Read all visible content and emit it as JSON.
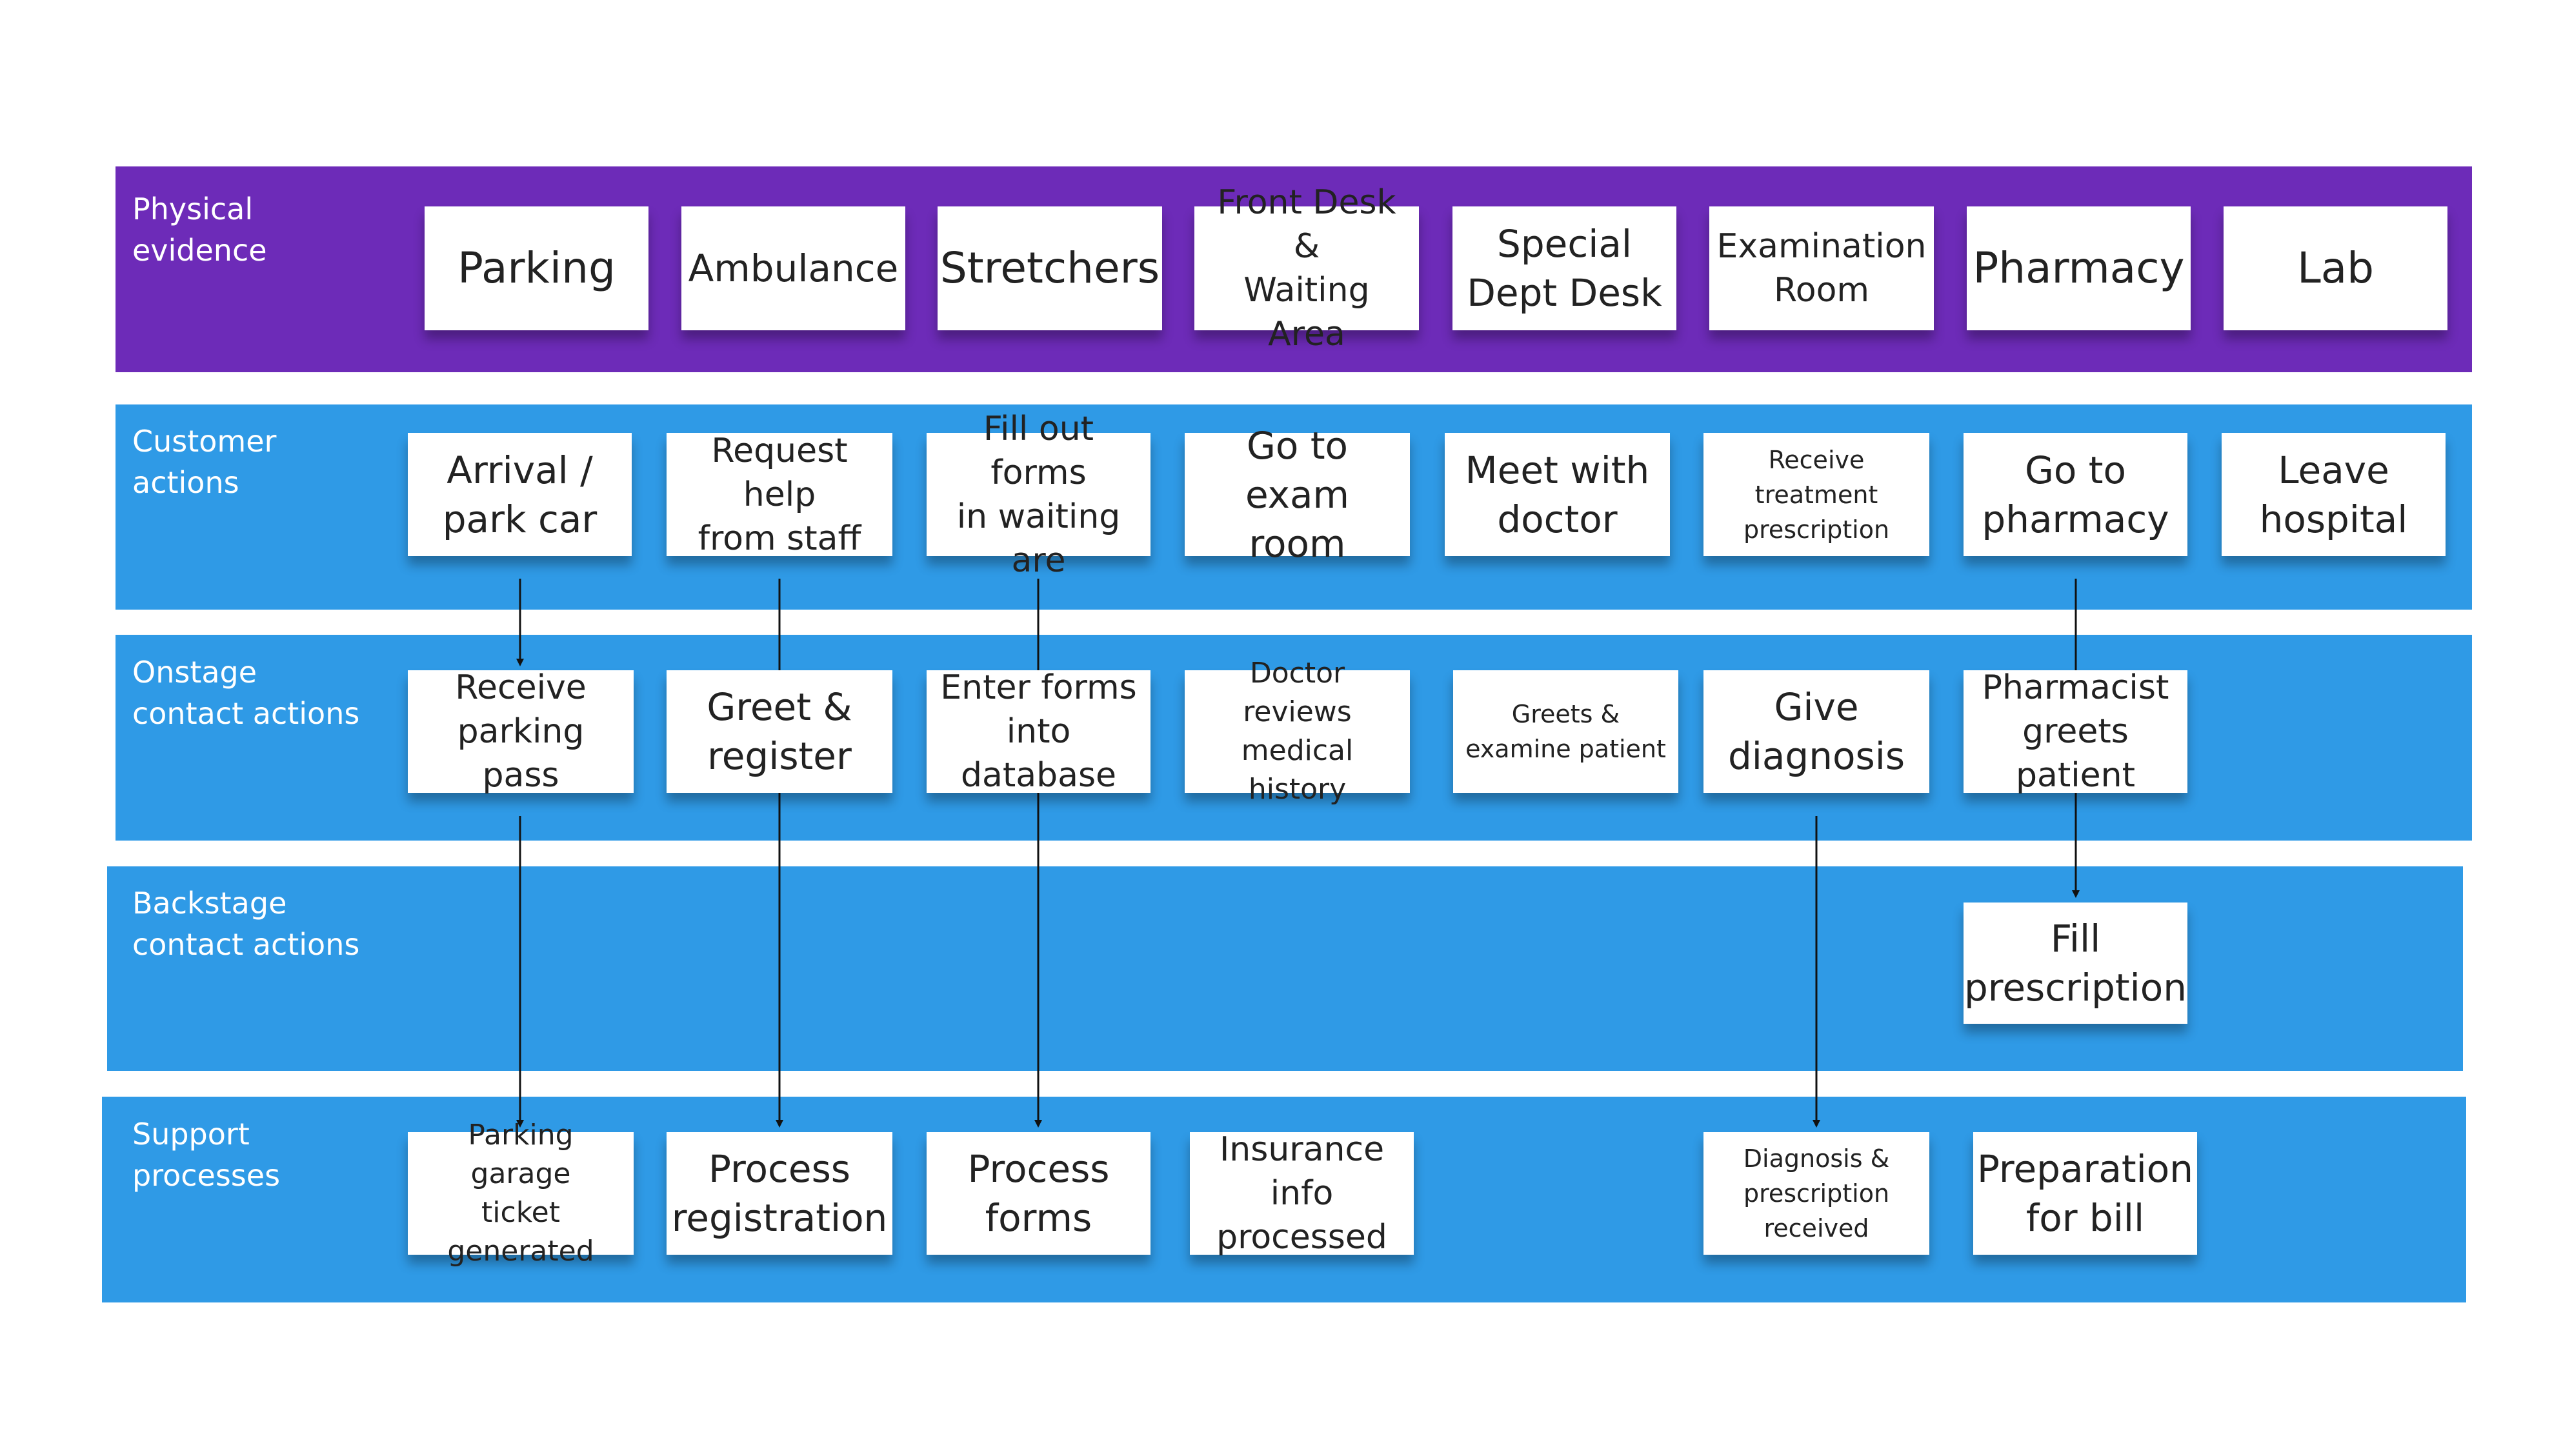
{
  "lanes": {
    "physical": {
      "label": "Physical\nevidence",
      "color": "#6d2bb8"
    },
    "customer": {
      "label": "Customer\nactions",
      "color": "#2f9ae6"
    },
    "onstage": {
      "label": "Onstage\ncontact actions",
      "color": "#2f9ae6"
    },
    "backstage": {
      "label": "Backstage\ncontact actions",
      "color": "#2f9ae6"
    },
    "support": {
      "label": "Support\nprocesses",
      "color": "#2f9ae6"
    }
  },
  "physical_evidence": [
    "Parking",
    "Ambulance",
    "Stretchers",
    "Front Desk &\nWaiting Area",
    "Special\nDept Desk",
    "Examination\nRoom",
    "Pharmacy",
    "Lab"
  ],
  "customer_actions": [
    "Arrival /\npark car",
    "Request help\nfrom staff",
    "Fill out forms\nin waiting are",
    "Go to exam\nroom",
    "Meet with\ndoctor",
    "Receive\ntreatment\nprescription",
    "Go to\npharmacy",
    "Leave\nhospital"
  ],
  "onstage_actions": [
    "Receive\nparking pass",
    "Greet &\nregister",
    "Enter forms\ninto database",
    "Doctor reviews\nmedical history",
    "Greets &\nexamine patient",
    "Give\ndiagnosis",
    "Pharmacist\ngreets patient"
  ],
  "backstage_actions": [
    "Fill\nprescription"
  ],
  "support_processes": [
    "Parking garage\nticket generated",
    "Process\nregistration",
    "Process\nforms",
    "Insurance info\nprocessed",
    "Diagnosis &\nprescription\nreceived",
    "Preparation\nfor bill"
  ],
  "colors": {
    "note_background": "#ffffff",
    "note_text": "#222222",
    "connector": "#111111"
  }
}
